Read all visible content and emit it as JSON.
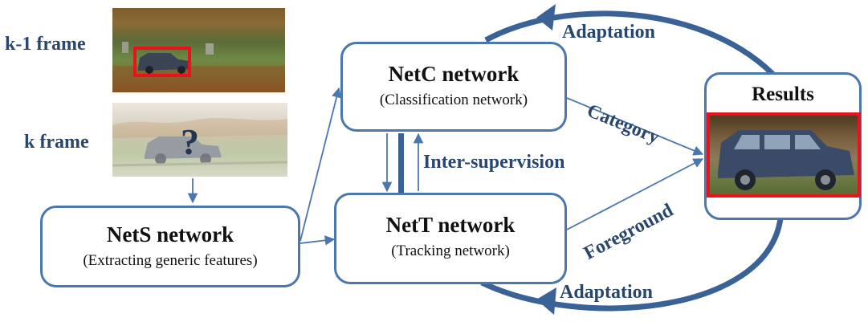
{
  "frames": {
    "prev_label": "k-1 frame",
    "curr_label": "k frame",
    "question_mark": "?"
  },
  "nodes": {
    "nets": {
      "title": "NetS network",
      "subtitle": "(Extracting generic features)"
    },
    "netc": {
      "title": "NetC network",
      "subtitle": "(Classification network)"
    },
    "nett": {
      "title": "NetT network",
      "subtitle": "(Tracking network)"
    },
    "results": {
      "title": "Results"
    }
  },
  "edges": {
    "adaptation_top": "Adaptation",
    "adaptation_bottom": "Adaptation",
    "category": "Category",
    "foreground": "Foreground",
    "inter_supervision": "Inter-supervision"
  },
  "colors": {
    "box_border": "#4a77ad",
    "arrow": "#4a77ad",
    "loop_arrow": "#3a6296",
    "label_text": "#29476e",
    "target_box": "#e8141b"
  }
}
